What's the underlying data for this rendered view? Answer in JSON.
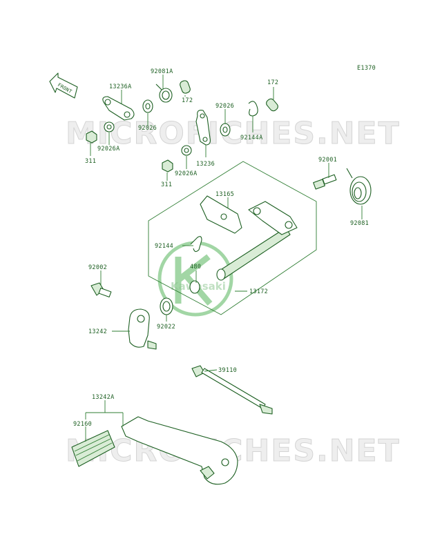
{
  "diagram": {
    "code": "E1370",
    "front_label": "FRONT",
    "watermark": "MICROFICHES.NET",
    "brand": "Kawasaki",
    "parts": [
      {
        "id": "p-92081A",
        "number": "92081A"
      },
      {
        "id": "p-13236A",
        "number": "13236A"
      },
      {
        "id": "p-172a",
        "number": "172"
      },
      {
        "id": "p-172b",
        "number": "172"
      },
      {
        "id": "p-92026a",
        "number": "92026"
      },
      {
        "id": "p-92026b",
        "number": "92026"
      },
      {
        "id": "p-92026A-a",
        "number": "92026A"
      },
      {
        "id": "p-92026A-b",
        "number": "92026A"
      },
      {
        "id": "p-311a",
        "number": "311"
      },
      {
        "id": "p-311b",
        "number": "311"
      },
      {
        "id": "p-92144A",
        "number": "92144A"
      },
      {
        "id": "p-13236",
        "number": "13236"
      },
      {
        "id": "p-92001",
        "number": "92001"
      },
      {
        "id": "p-13165",
        "number": "13165"
      },
      {
        "id": "p-92081",
        "number": "92081"
      },
      {
        "id": "p-92144",
        "number": "92144"
      },
      {
        "id": "p-480",
        "number": "480"
      },
      {
        "id": "p-13172",
        "number": "13172"
      },
      {
        "id": "p-92002",
        "number": "92002"
      },
      {
        "id": "p-92022",
        "number": "92022"
      },
      {
        "id": "p-13242",
        "number": "13242"
      },
      {
        "id": "p-39110",
        "number": "39110"
      },
      {
        "id": "p-13242A",
        "number": "13242A"
      },
      {
        "id": "p-92160",
        "number": "92160"
      }
    ]
  }
}
